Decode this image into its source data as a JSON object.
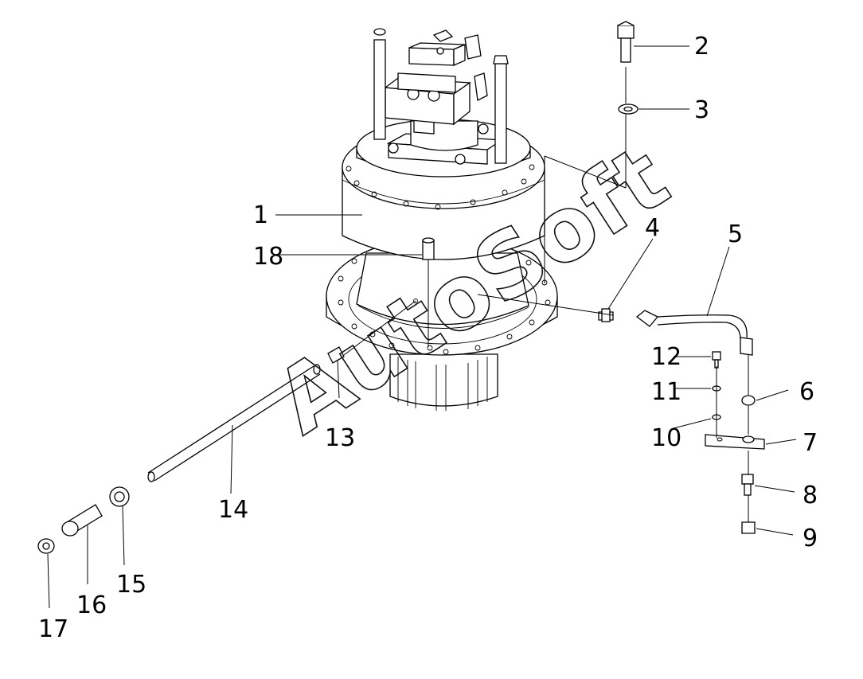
{
  "watermark": "AutoSoft",
  "callouts": [
    {
      "id": "1",
      "label": "1"
    },
    {
      "id": "2",
      "label": "2"
    },
    {
      "id": "3",
      "label": "3"
    },
    {
      "id": "4",
      "label": "4"
    },
    {
      "id": "5",
      "label": "5"
    },
    {
      "id": "6",
      "label": "6"
    },
    {
      "id": "7",
      "label": "7"
    },
    {
      "id": "8",
      "label": "8"
    },
    {
      "id": "9",
      "label": "9"
    },
    {
      "id": "10",
      "label": "10"
    },
    {
      "id": "11",
      "label": "11"
    },
    {
      "id": "12",
      "label": "12"
    },
    {
      "id": "13",
      "label": "13"
    },
    {
      "id": "14",
      "label": "14"
    },
    {
      "id": "15",
      "label": "15"
    },
    {
      "id": "16",
      "label": "16"
    },
    {
      "id": "17",
      "label": "17"
    },
    {
      "id": "18",
      "label": "18"
    }
  ]
}
